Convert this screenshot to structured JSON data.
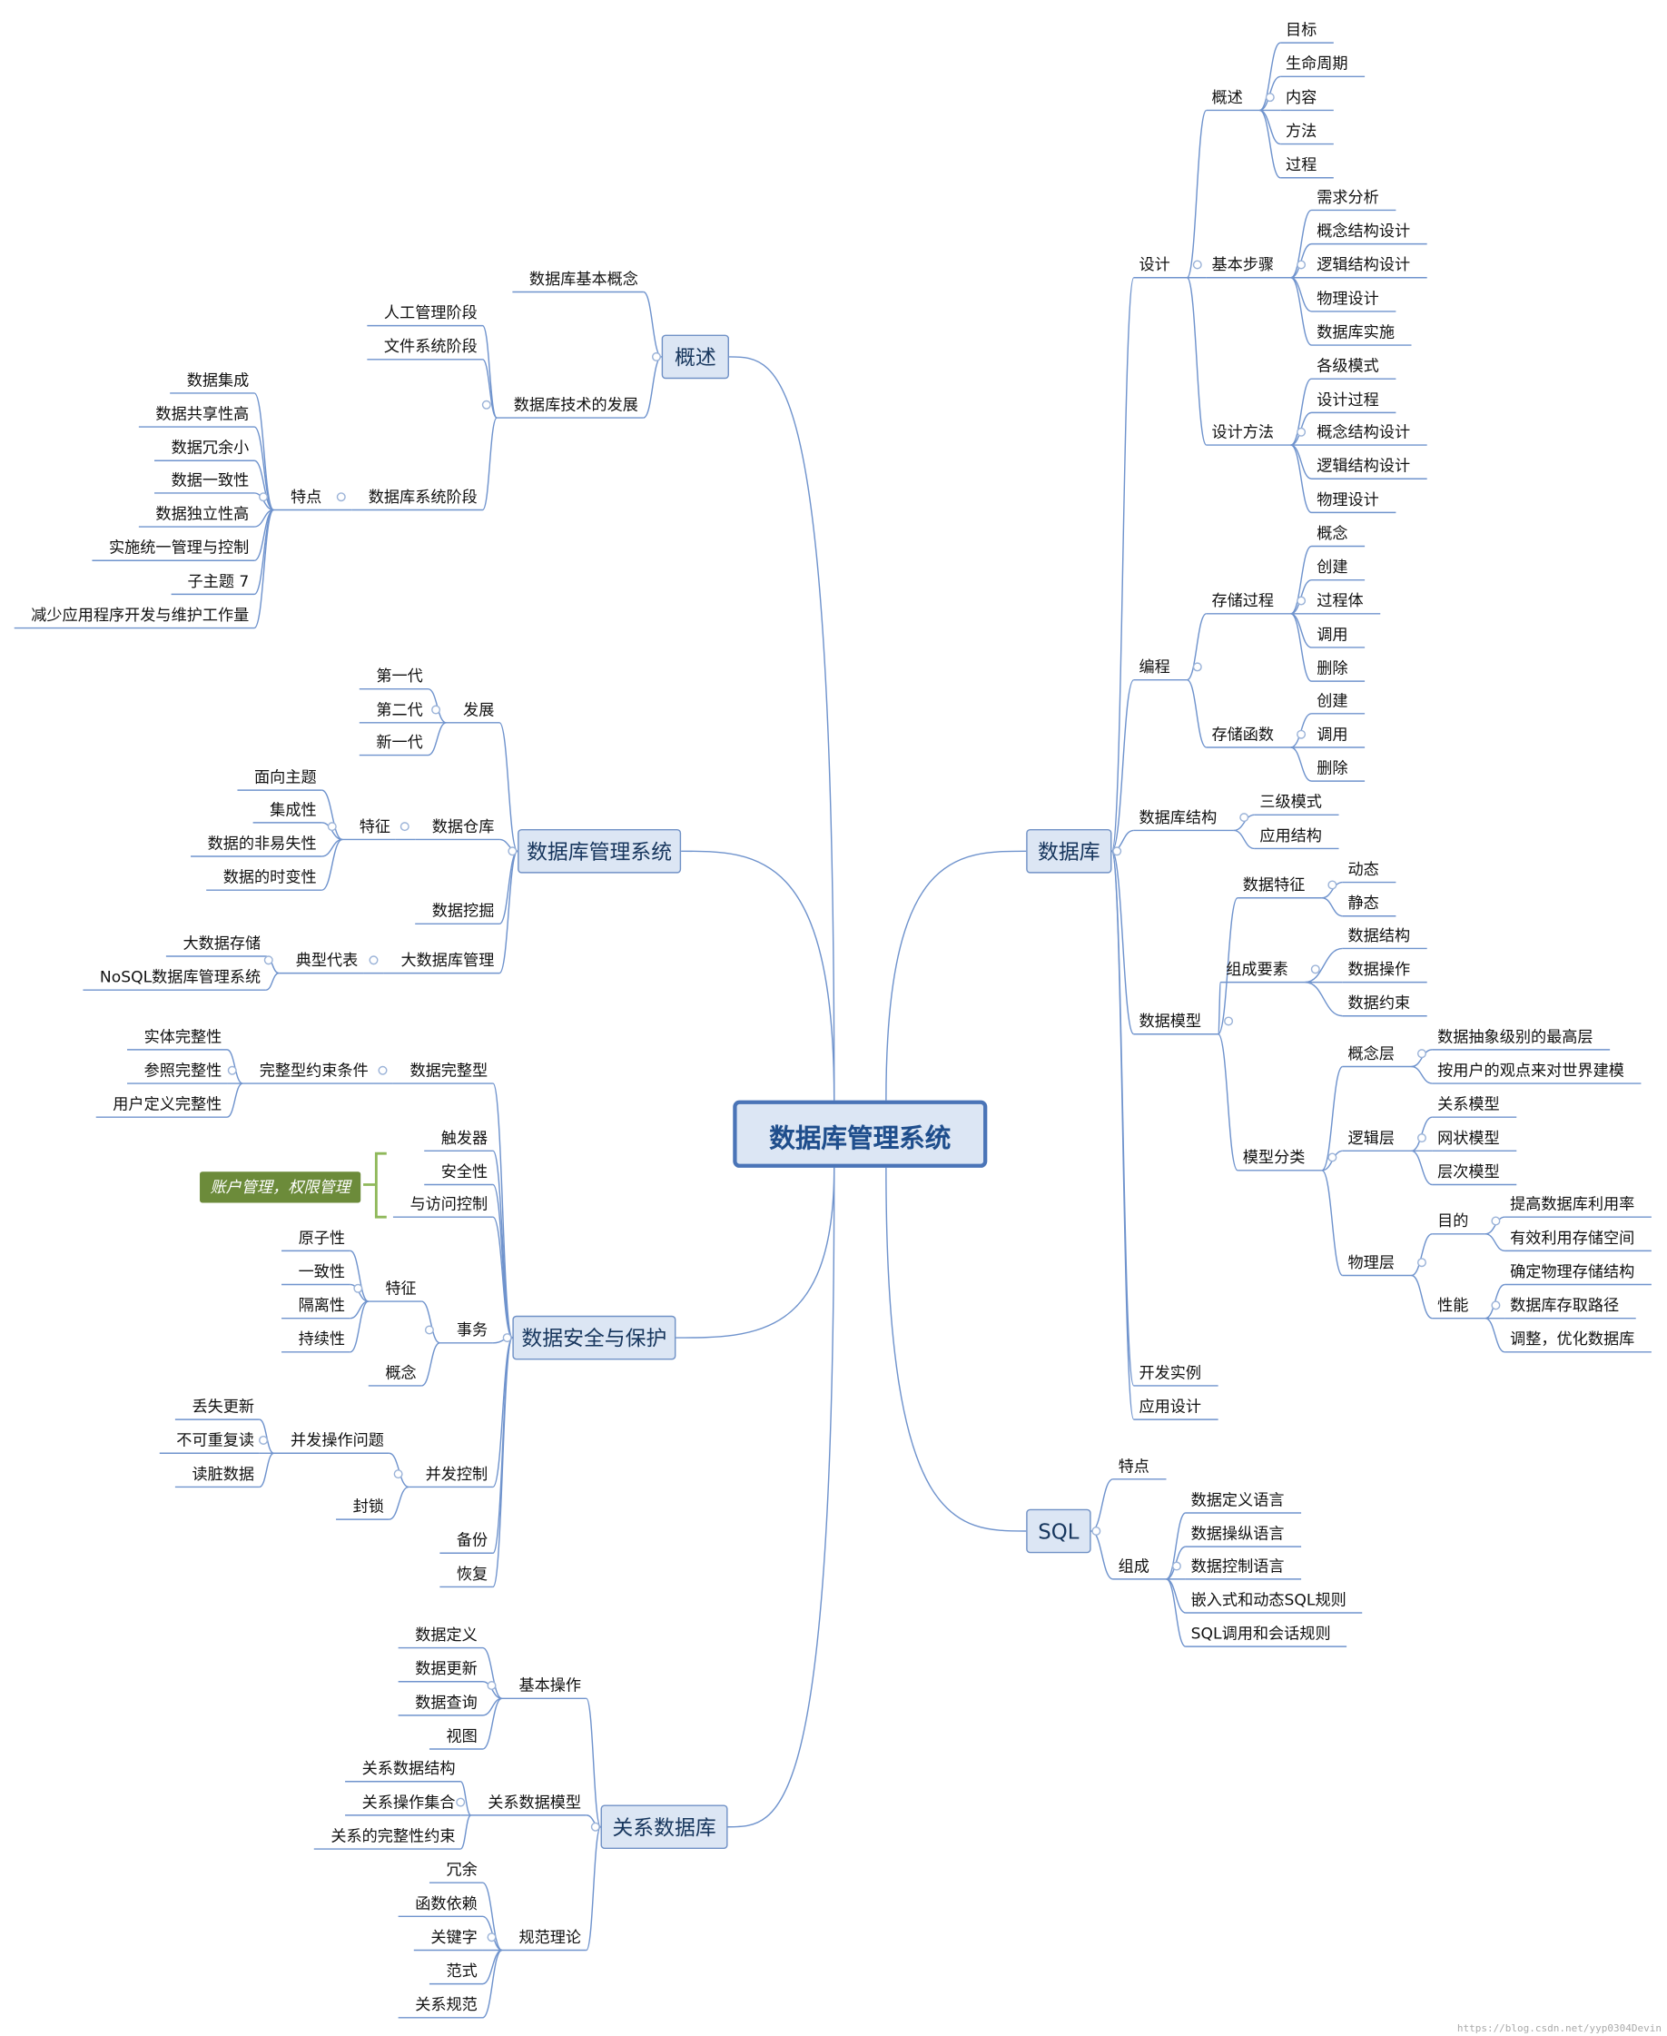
{
  "root": "数据库管理系统",
  "watermark": "https://blog.csdn.net/yyp0304Devin",
  "colors": {
    "line": "#6f93cd",
    "box": "#dce6f4",
    "border": "#4a74b7",
    "note": "#6c8b3a",
    "brace": "#8fb85a"
  },
  "branches": [
    {
      "t": "概述",
      "side": "L",
      "c": [
        {
          "t": "数据库基本概念"
        },
        {
          "t": "数据库技术的发展",
          "c": [
            {
              "t": "人工管理阶段"
            },
            {
              "t": "文件系统阶段"
            },
            {
              "t": "数据库系统阶段",
              "c": [
                {
                  "t": "特点",
                  "c": [
                    {
                      "t": "数据集成"
                    },
                    {
                      "t": "数据共享性高"
                    },
                    {
                      "t": "数据冗余小"
                    },
                    {
                      "t": "数据一致性"
                    },
                    {
                      "t": "数据独立性高"
                    },
                    {
                      "t": "实施统一管理与控制"
                    },
                    {
                      "t": "子主题 7"
                    },
                    {
                      "t": "减少应用程序开发与维护工作量"
                    }
                  ]
                }
              ]
            }
          ]
        }
      ]
    },
    {
      "t": "数据库管理系统",
      "side": "L",
      "c": [
        {
          "t": "发展",
          "c": [
            {
              "t": "第一代"
            },
            {
              "t": "第二代"
            },
            {
              "t": "新一代"
            }
          ]
        },
        {
          "t": "数据仓库",
          "c": [
            {
              "t": "特征",
              "c": [
                {
                  "t": "面向主题"
                },
                {
                  "t": "集成性"
                },
                {
                  "t": "数据的非易失性"
                },
                {
                  "t": "数据的时变性"
                }
              ]
            }
          ]
        },
        {
          "t": "数据挖掘"
        },
        {
          "t": "大数据库管理",
          "c": [
            {
              "t": "典型代表",
              "c": [
                {
                  "t": "大数据存储"
                },
                {
                  "t": "NoSQL数据库管理系统"
                }
              ]
            }
          ]
        }
      ]
    },
    {
      "t": "数据安全与保护",
      "side": "L",
      "c": [
        {
          "t": "数据完整型",
          "c": [
            {
              "t": "完整型约束条件",
              "c": [
                {
                  "t": "实体完整性"
                },
                {
                  "t": "参照完整性"
                },
                {
                  "t": "用户定义完整性"
                }
              ]
            }
          ]
        },
        {
          "t": "触发器"
        },
        {
          "t": "安全性"
        },
        {
          "t": "与访问控制",
          "note": "账户管理，权限管理"
        },
        {
          "t": "事务",
          "c": [
            {
              "t": "特征",
              "c": [
                {
                  "t": "原子性"
                },
                {
                  "t": "一致性"
                },
                {
                  "t": "隔离性"
                },
                {
                  "t": "持续性"
                }
              ]
            },
            {
              "t": "概念"
            }
          ]
        },
        {
          "t": "并发控制",
          "c": [
            {
              "t": "并发操作问题",
              "c": [
                {
                  "t": "丢失更新"
                },
                {
                  "t": "不可重复读"
                },
                {
                  "t": "读脏数据"
                }
              ]
            },
            {
              "t": "封锁"
            }
          ]
        },
        {
          "t": "备份"
        },
        {
          "t": "恢复"
        }
      ]
    },
    {
      "t": "关系数据库",
      "side": "L",
      "c": [
        {
          "t": "基本操作",
          "c": [
            {
              "t": "数据定义"
            },
            {
              "t": "数据更新"
            },
            {
              "t": "数据查询"
            },
            {
              "t": "视图"
            }
          ]
        },
        {
          "t": "关系数据模型",
          "c": [
            {
              "t": "关系数据结构"
            },
            {
              "t": "关系操作集合"
            },
            {
              "t": "关系的完整性约束"
            }
          ]
        },
        {
          "t": "规范理论",
          "c": [
            {
              "t": "冗余"
            },
            {
              "t": "函数依赖"
            },
            {
              "t": "关键字"
            },
            {
              "t": "范式"
            },
            {
              "t": "关系规范"
            }
          ]
        }
      ]
    },
    {
      "t": "数据库",
      "side": "R",
      "c": [
        {
          "t": "设计",
          "c": [
            {
              "t": "概述",
              "c": [
                {
                  "t": "目标"
                },
                {
                  "t": "生命周期"
                },
                {
                  "t": "内容"
                },
                {
                  "t": "方法"
                },
                {
                  "t": "过程"
                }
              ]
            },
            {
              "t": "基本步骤",
              "c": [
                {
                  "t": "需求分析"
                },
                {
                  "t": "概念结构设计"
                },
                {
                  "t": "逻辑结构设计"
                },
                {
                  "t": "物理设计"
                },
                {
                  "t": "数据库实施"
                }
              ]
            },
            {
              "t": "设计方法",
              "c": [
                {
                  "t": "各级模式"
                },
                {
                  "t": "设计过程"
                },
                {
                  "t": "概念结构设计"
                },
                {
                  "t": "逻辑结构设计"
                },
                {
                  "t": "物理设计"
                }
              ]
            }
          ]
        },
        {
          "t": "编程",
          "c": [
            {
              "t": "存储过程",
              "c": [
                {
                  "t": "概念"
                },
                {
                  "t": "创建"
                },
                {
                  "t": "过程体"
                },
                {
                  "t": "调用"
                },
                {
                  "t": "删除"
                }
              ]
            },
            {
              "t": "存储函数",
              "c": [
                {
                  "t": "创建"
                },
                {
                  "t": "调用"
                },
                {
                  "t": "删除"
                }
              ]
            }
          ]
        },
        {
          "t": "数据库结构",
          "c": [
            {
              "t": "三级模式"
            },
            {
              "t": "应用结构"
            }
          ]
        },
        {
          "t": "数据模型",
          "c": [
            {
              "t": "数据特征",
              "c": [
                {
                  "t": "动态"
                },
                {
                  "t": "静态"
                }
              ]
            },
            {
              "t": "组成要素",
              "c": [
                {
                  "t": "数据结构"
                },
                {
                  "t": "数据操作"
                },
                {
                  "t": "数据约束"
                }
              ]
            },
            {
              "t": "模型分类",
              "c": [
                {
                  "t": "概念层",
                  "c": [
                    {
                      "t": "数据抽象级别的最高层"
                    },
                    {
                      "t": "按用户的观点来对世界建模"
                    }
                  ]
                },
                {
                  "t": "逻辑层",
                  "c": [
                    {
                      "t": "关系模型"
                    },
                    {
                      "t": "网状模型"
                    },
                    {
                      "t": "层次模型"
                    }
                  ]
                },
                {
                  "t": "物理层",
                  "c": [
                    {
                      "t": "目的",
                      "c": [
                        {
                          "t": "提高数据库利用率"
                        },
                        {
                          "t": "有效利用存储空间"
                        }
                      ]
                    },
                    {
                      "t": "性能",
                      "c": [
                        {
                          "t": "确定物理存储结构"
                        },
                        {
                          "t": "数据库存取路径"
                        },
                        {
                          "t": "调整，优化数据库"
                        }
                      ]
                    }
                  ]
                }
              ]
            }
          ]
        },
        {
          "t": "开发实例"
        },
        {
          "t": "应用设计"
        }
      ]
    },
    {
      "t": "SQL",
      "side": "R",
      "c": [
        {
          "t": "特点"
        },
        {
          "t": "组成",
          "c": [
            {
              "t": "数据定义语言"
            },
            {
              "t": "数据操纵语言"
            },
            {
              "t": "数据控制语言"
            },
            {
              "t": "嵌入式和动态SQL规则"
            },
            {
              "t": "SQL调用和会话规则"
            }
          ]
        }
      ]
    }
  ]
}
